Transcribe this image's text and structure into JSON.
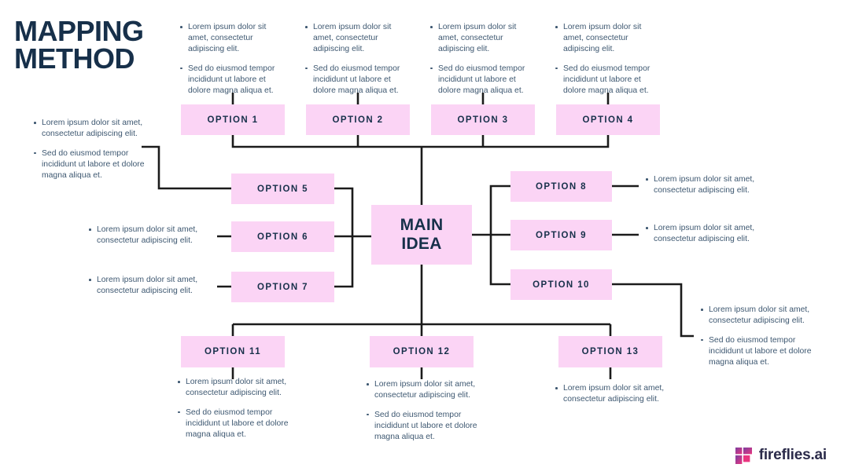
{
  "title": {
    "line1": "MAPPING",
    "line2": "METHOD"
  },
  "colors": {
    "node_fill": "#FBD4F5",
    "ink": "#17304A",
    "note_text": "#3E5871",
    "connector": "#1B1B1B",
    "background": "#FFFFFF",
    "logo_purple": "#7B3FA0",
    "logo_pink": "#E9357F"
  },
  "center": {
    "line1": "MAIN",
    "line2": "IDEA"
  },
  "bullets": {
    "lorem": "Lorem ipsum dolor sit amet, consectetur adipiscing elit.",
    "sed": "Sed do eiusmod tempor incididunt ut labore et dolore magna aliqua et."
  },
  "nodes": [
    {
      "id": "option-1",
      "label": "OPTION 1"
    },
    {
      "id": "option-2",
      "label": "OPTION 2"
    },
    {
      "id": "option-3",
      "label": "OPTION 3"
    },
    {
      "id": "option-4",
      "label": "OPTION 4"
    },
    {
      "id": "option-5",
      "label": "OPTION 5"
    },
    {
      "id": "option-6",
      "label": "OPTION 6"
    },
    {
      "id": "option-7",
      "label": "OPTION 7"
    },
    {
      "id": "option-8",
      "label": "OPTION 8"
    },
    {
      "id": "option-9",
      "label": "OPTION 9"
    },
    {
      "id": "option-10",
      "label": "OPTION 10"
    },
    {
      "id": "option-11",
      "label": "OPTION 11"
    },
    {
      "id": "option-12",
      "label": "OPTION 12"
    },
    {
      "id": "option-13",
      "label": "OPTION 13"
    }
  ],
  "notes": {
    "top_1": {
      "items": [
        "Lorem ipsum dolor sit amet, consectetur adipiscing elit.",
        "Sed do eiusmod tempor incididunt ut labore et dolore magna aliqua et."
      ]
    },
    "top_2": {
      "items": [
        "Lorem ipsum dolor sit amet, consectetur adipiscing elit.",
        "Sed do eiusmod tempor incididunt ut labore et dolore magna aliqua et."
      ]
    },
    "top_3": {
      "items": [
        "Lorem ipsum dolor sit amet, consectetur adipiscing elit.",
        "Sed do eiusmod tempor incididunt ut labore et dolore magna aliqua et."
      ]
    },
    "top_4": {
      "items": [
        "Lorem ipsum dolor sit amet, consectetur adipiscing elit.",
        "Sed do eiusmod tempor incididunt ut labore et dolore magna aliqua et."
      ]
    },
    "left_5": {
      "items": [
        "Lorem ipsum dolor sit amet, consectetur adipiscing elit.",
        "Sed do eiusmod tempor incididunt ut labore et dolore magna aliqua et."
      ]
    },
    "left_6": {
      "items": [
        "Lorem ipsum dolor sit amet, consectetur adipiscing elit."
      ]
    },
    "left_7": {
      "items": [
        "Lorem ipsum dolor sit amet, consectetur adipiscing elit."
      ]
    },
    "right_8": {
      "items": [
        "Lorem ipsum dolor sit amet, consectetur adipiscing elit."
      ]
    },
    "right_9": {
      "items": [
        "Lorem ipsum dolor sit amet, consectetur adipiscing elit."
      ]
    },
    "right_10": {
      "items": [
        "Lorem ipsum dolor sit amet, consectetur adipiscing elit.",
        "Sed do eiusmod tempor incididunt ut labore et dolore magna aliqua et."
      ]
    },
    "bot_11": {
      "items": [
        "Lorem ipsum dolor sit amet, consectetur adipiscing elit.",
        "Sed do eiusmod tempor incididunt ut labore et dolore magna aliqua et."
      ]
    },
    "bot_12": {
      "items": [
        "Lorem ipsum dolor sit amet, consectetur adipiscing elit.",
        "Sed do eiusmod tempor incididunt ut labore et dolore magna aliqua et."
      ]
    },
    "bot_13": {
      "items": [
        "Lorem ipsum dolor sit amet, consectetur adipiscing elit."
      ]
    }
  },
  "footer": {
    "brand": "fireflies.ai"
  }
}
